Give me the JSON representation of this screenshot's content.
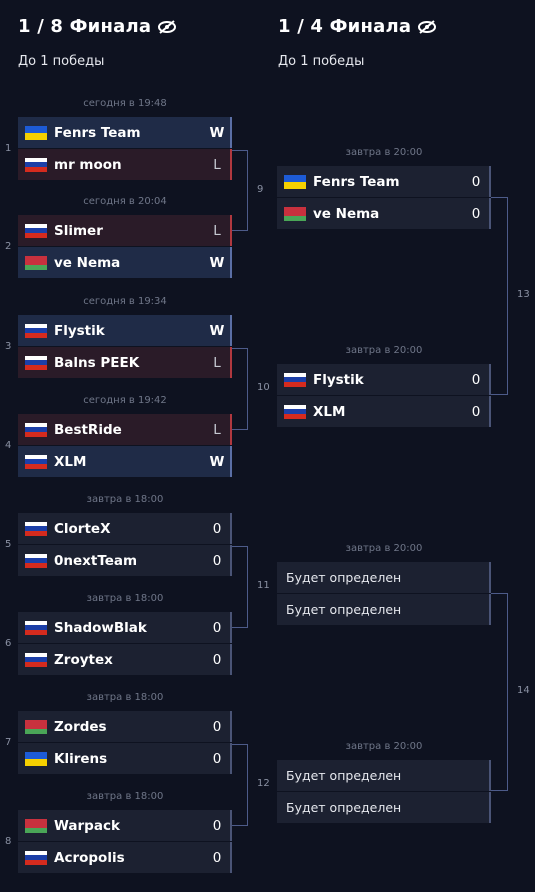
{
  "rounds": [
    {
      "title": "1 / 8 Финала",
      "subtitle": "До 1 победы"
    },
    {
      "title": "1 / 4 Финала",
      "subtitle": "До 1 победы"
    }
  ],
  "r16": [
    {
      "num": "1",
      "time": "сегодня в 19:48",
      "teams": [
        {
          "name": "Fenrs Team",
          "flag": "ua",
          "score": "W",
          "result": "win"
        },
        {
          "name": "mr moon",
          "flag": "ru",
          "score": "L",
          "result": "loss"
        }
      ]
    },
    {
      "num": "2",
      "time": "сегодня в 20:04",
      "teams": [
        {
          "name": "Slimer",
          "flag": "ru",
          "score": "L",
          "result": "loss"
        },
        {
          "name": "ve Nema",
          "flag": "by",
          "score": "W",
          "result": "win"
        }
      ]
    },
    {
      "num": "3",
      "time": "сегодня в 19:34",
      "teams": [
        {
          "name": "Flystik",
          "flag": "ru",
          "score": "W",
          "result": "win"
        },
        {
          "name": "Balns PEEK",
          "flag": "ru",
          "score": "L",
          "result": "loss"
        }
      ]
    },
    {
      "num": "4",
      "time": "сегодня в 19:42",
      "teams": [
        {
          "name": "BestRide",
          "flag": "ru",
          "score": "L",
          "result": "loss"
        },
        {
          "name": "XLM",
          "flag": "ru",
          "score": "W",
          "result": "win"
        }
      ]
    },
    {
      "num": "5",
      "time": "завтра в 18:00",
      "teams": [
        {
          "name": "ClorteX",
          "flag": "ru",
          "score": "0",
          "result": "neutral"
        },
        {
          "name": "0nextTeam",
          "flag": "ru",
          "score": "0",
          "result": "neutral"
        }
      ]
    },
    {
      "num": "6",
      "time": "завтра в 18:00",
      "teams": [
        {
          "name": "ShadowBlak",
          "flag": "ru",
          "score": "0",
          "result": "neutral"
        },
        {
          "name": "Zroytex",
          "flag": "ru",
          "score": "0",
          "result": "neutral"
        }
      ]
    },
    {
      "num": "7",
      "time": "завтра в 18:00",
      "teams": [
        {
          "name": "Zordes",
          "flag": "by",
          "score": "0",
          "result": "neutral"
        },
        {
          "name": "Klirens",
          "flag": "ua",
          "score": "0",
          "result": "neutral"
        }
      ]
    },
    {
      "num": "8",
      "time": "завтра в 18:00",
      "teams": [
        {
          "name": "Warpack",
          "flag": "by",
          "score": "0",
          "result": "neutral"
        },
        {
          "name": "Acropolis",
          "flag": "ru",
          "score": "0",
          "result": "neutral"
        }
      ]
    }
  ],
  "qf": [
    {
      "num": "9",
      "time": "завтра в 20:00",
      "teams": [
        {
          "name": "Fenrs Team",
          "flag": "ua",
          "score": "0"
        },
        {
          "name": "ve Nema",
          "flag": "by",
          "score": "0"
        }
      ]
    },
    {
      "num": "10",
      "time": "завтра в 20:00",
      "teams": [
        {
          "name": "Flystik",
          "flag": "ru",
          "score": "0"
        },
        {
          "name": "XLM",
          "flag": "ru",
          "score": "0"
        }
      ]
    },
    {
      "num": "11",
      "time": "завтра в 20:00",
      "teams": [
        {
          "name": "Будет определен",
          "flag": "",
          "score": ""
        },
        {
          "name": "Будет определен",
          "flag": "",
          "score": ""
        }
      ]
    },
    {
      "num": "12",
      "time": "завтра в 20:00",
      "teams": [
        {
          "name": "Будет определен",
          "flag": "",
          "score": ""
        },
        {
          "name": "Будет определен",
          "flag": "",
          "score": ""
        }
      ]
    }
  ],
  "sf_labels": [
    "13",
    "14"
  ],
  "flags": {
    "ru": [
      "#ffffff",
      "#1c3fa8",
      "#d52b1e"
    ],
    "ua": [
      "#1d5bd6",
      "#f5d000"
    ],
    "by": [
      "#c8313e",
      "#c8313e",
      "#4aa657"
    ]
  }
}
